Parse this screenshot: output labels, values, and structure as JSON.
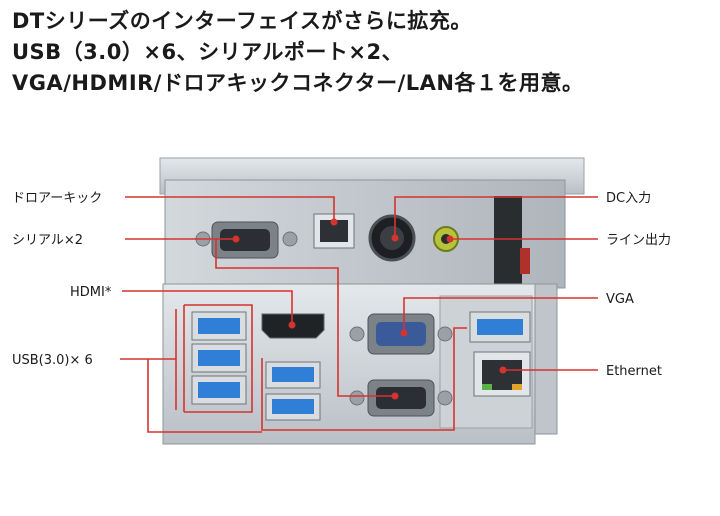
{
  "headline": {
    "line1": "DTシリーズのインターフェイスがさらに拡充。",
    "line2": "USB（3.0）×6、シリアルポート×2、",
    "line3": "VGA/HDMIR/ドロアキックコネクター/LAN各１を用意。"
  },
  "labels": {
    "drawer_kick": "ドロアーキック",
    "serial": "シリアル×2",
    "hdmi": "HDMI*",
    "usb": "USB(3.0)× 6",
    "dc_in": "DC入力",
    "line_out": "ライン出力",
    "vga": "VGA",
    "ethernet": "Ethernet"
  },
  "colors": {
    "leader": "#d6332f",
    "panel": "#c9cfd4",
    "usb_blue": "#2f7fd6"
  }
}
